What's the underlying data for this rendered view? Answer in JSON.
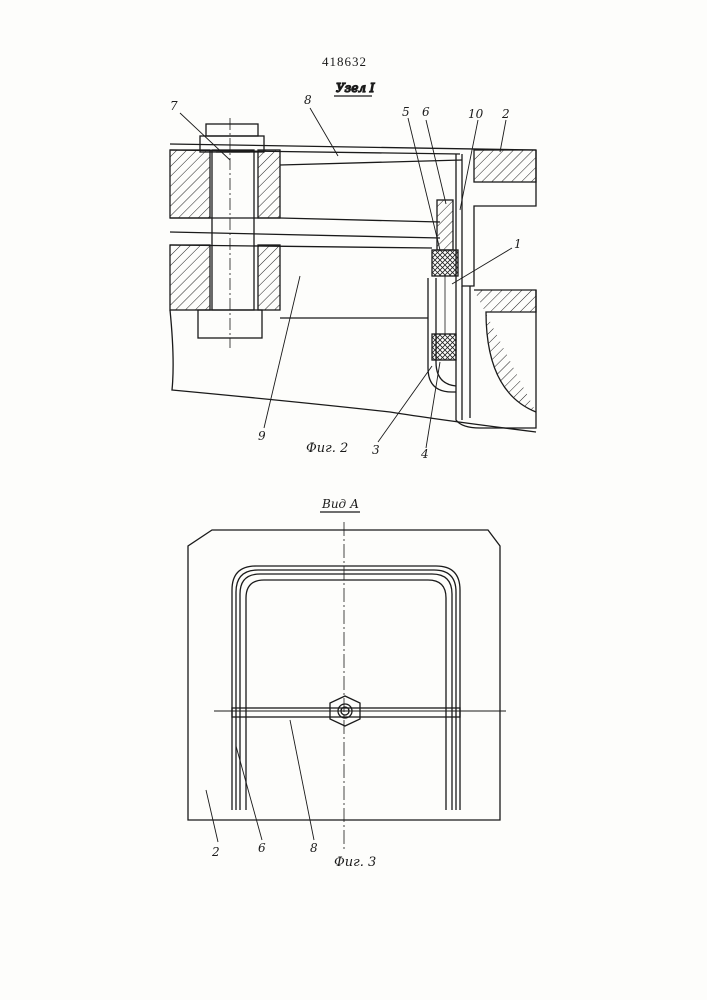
{
  "patent_number": "418632",
  "fig2": {
    "node_title": "Узел I",
    "caption": "Фиг. 2",
    "labels": {
      "n7": "7",
      "n8": "8",
      "n5": "5",
      "n6": "6",
      "n10": "10",
      "n2": "2",
      "n1": "1",
      "n9": "9",
      "n3": "3",
      "n4": "4"
    }
  },
  "fig3": {
    "view_title": "Вид А",
    "caption": "Фиг. 3",
    "labels": {
      "n2": "2",
      "n6": "6",
      "n8": "8"
    }
  }
}
